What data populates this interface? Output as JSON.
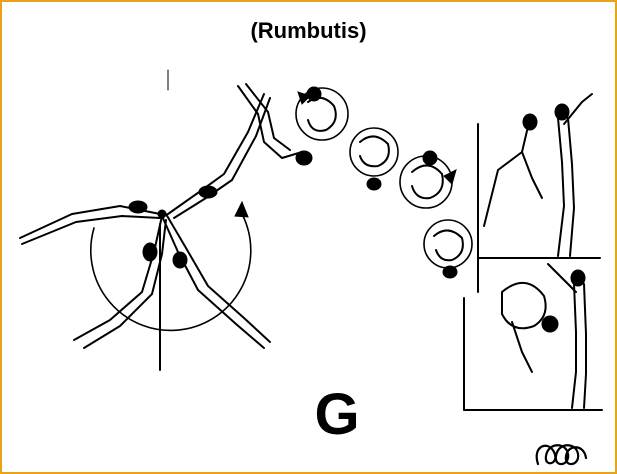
{
  "title": "(Rumbutis)",
  "element_letter": "G",
  "colors": {
    "border": "#E8A317",
    "ink": "#000000",
    "background": "#ffffff"
  },
  "icons": {
    "swing_circle": "circular-arrow",
    "salto_loop": "spiral-loop-icon"
  }
}
